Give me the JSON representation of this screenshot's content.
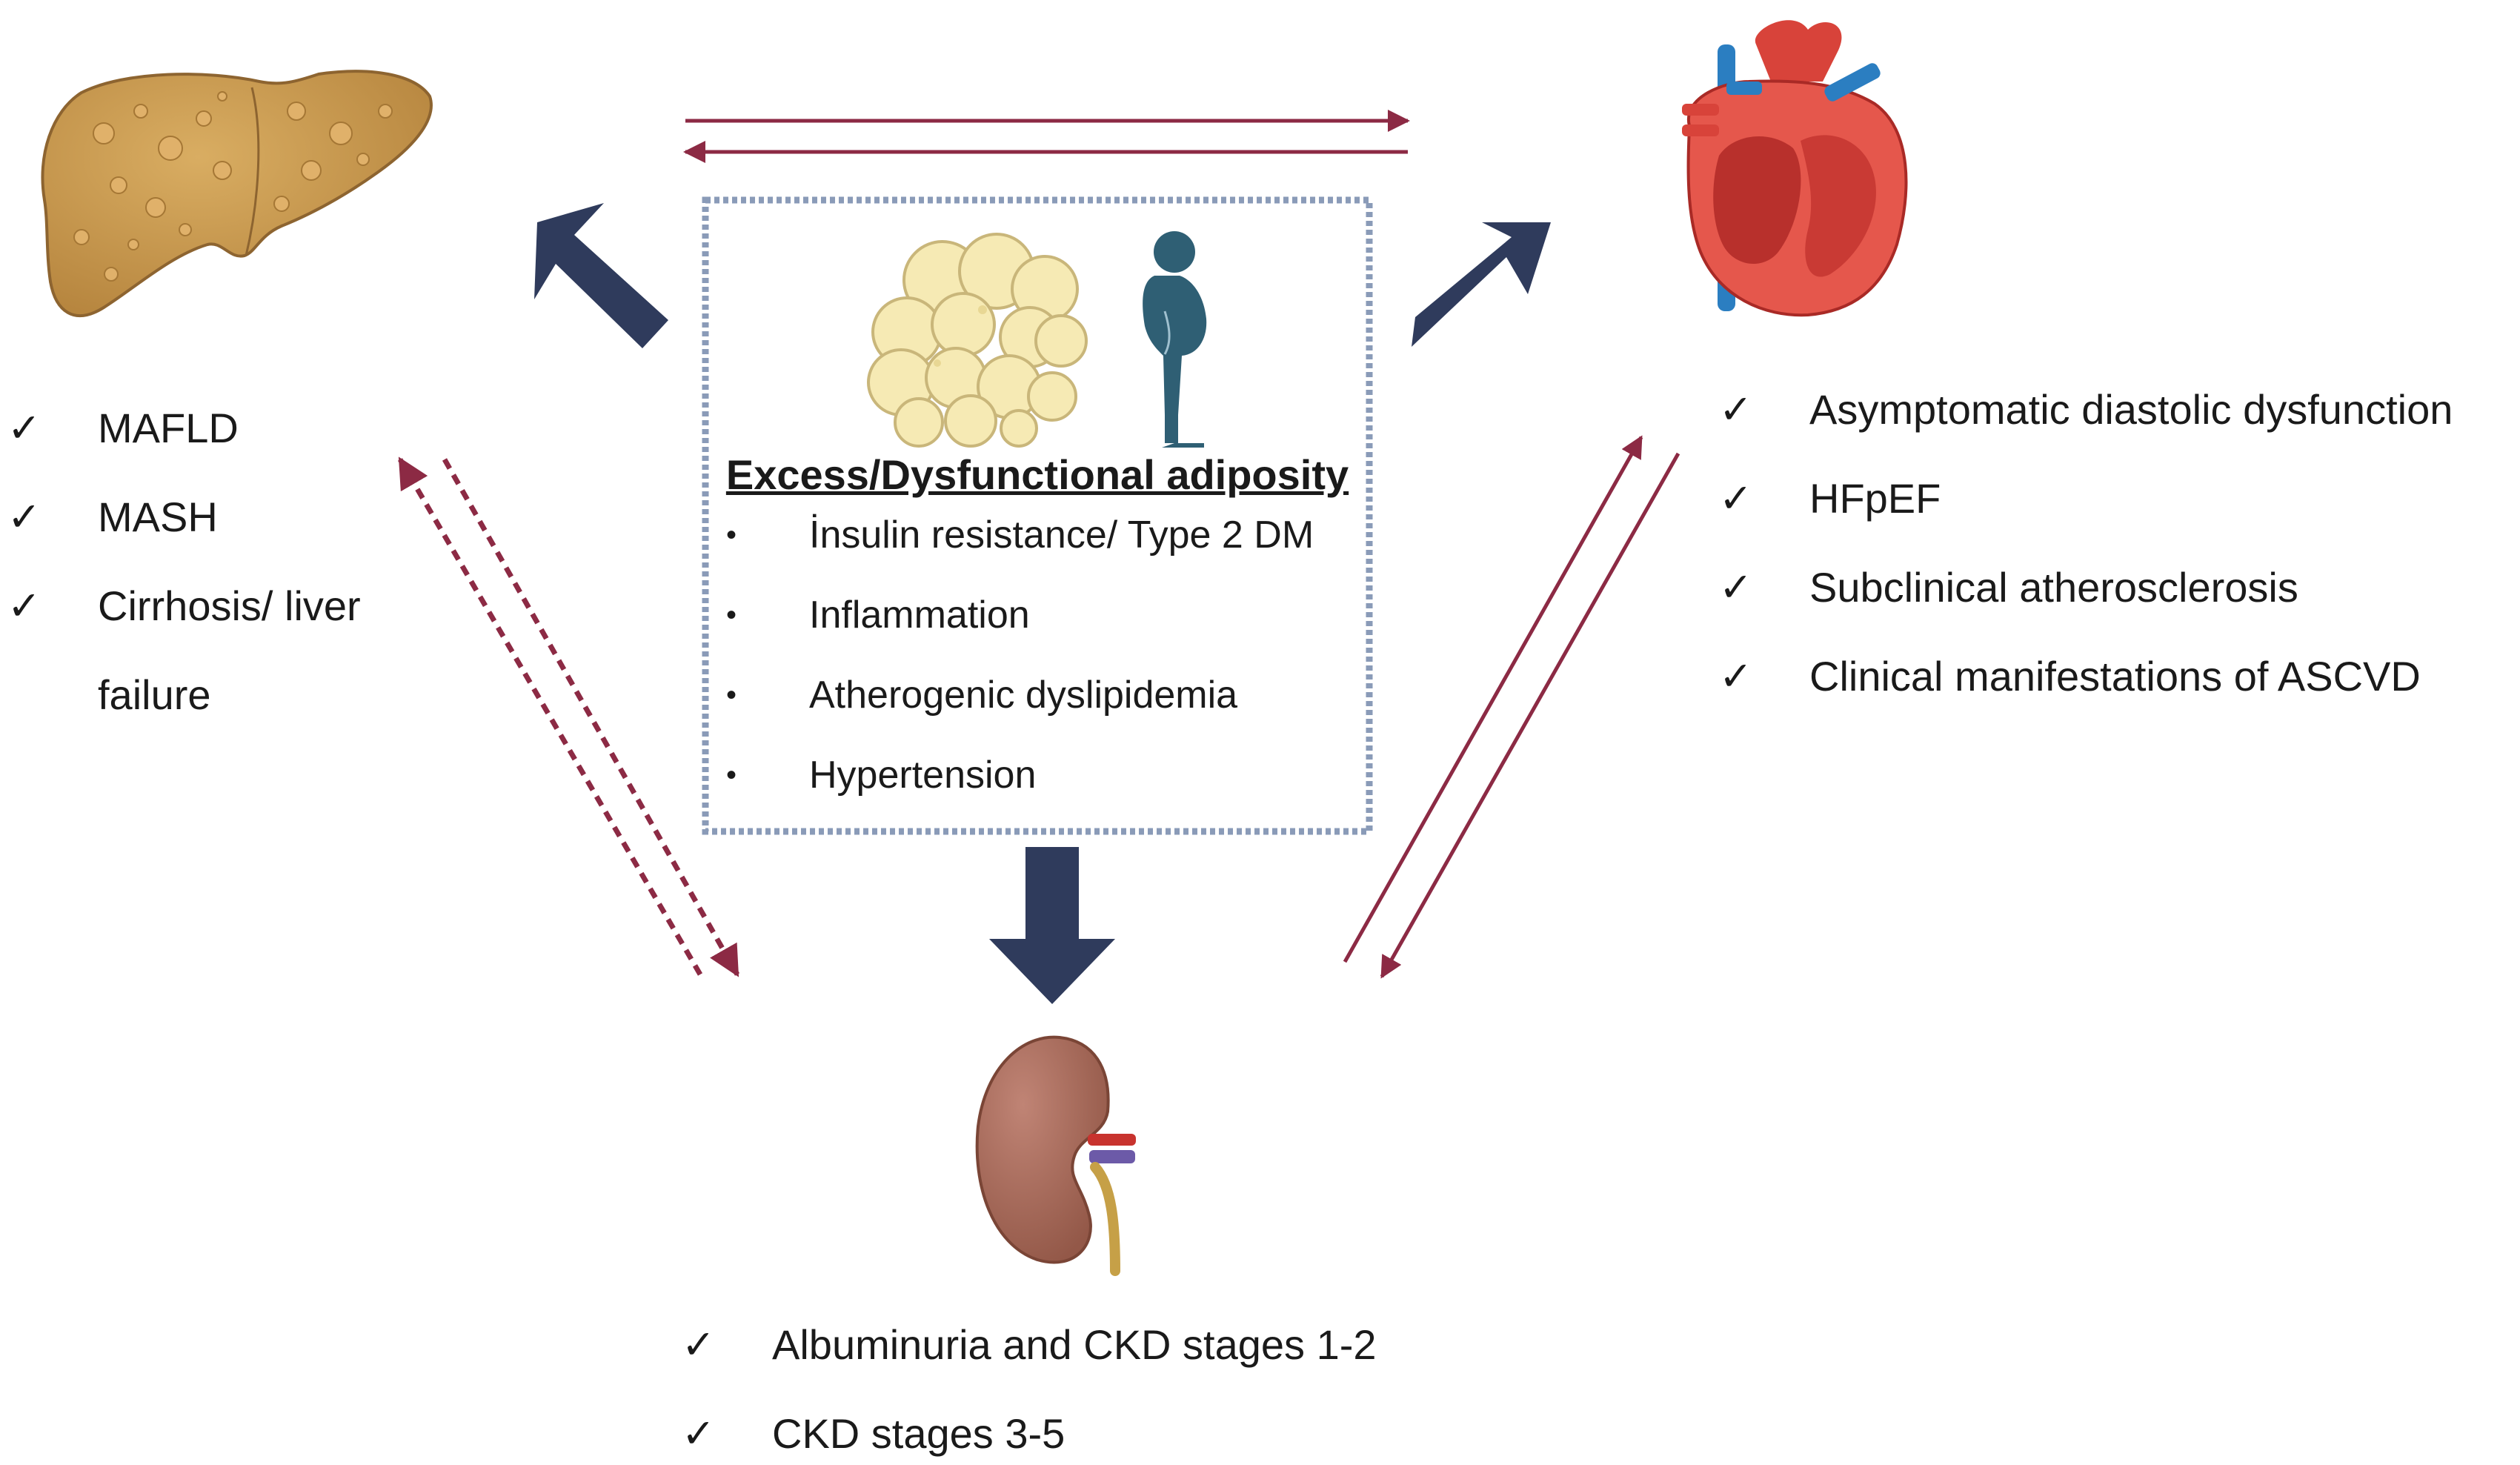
{
  "center": {
    "title": "Excess/Dysfunctional adiposity",
    "risk_factors": [
      "İnsulin resistance/ Type 2 DM",
      "Inflammation",
      "Atherogenic dyslipidemia",
      "Hypertension"
    ]
  },
  "liver": {
    "icon": "liver-icon",
    "outcomes": [
      "MAFLD",
      "MASH",
      "Cirrhosis/ liver failure"
    ]
  },
  "heart": {
    "icon": "heart-icon",
    "outcomes": [
      "Asymptomatic diastolic dysfunction",
      "HFpEF",
      "Subclinical atherosclerosis",
      "Clinical manifestations of ASCVD"
    ]
  },
  "kidney": {
    "icon": "kidney-icon",
    "outcomes": [
      "Albuminuria and CKD stages 1-2",
      "CKD stages 3-5"
    ]
  },
  "symbols": {
    "check": "✓",
    "bullet": "•"
  },
  "colors": {
    "navy_arrow": "#2f3b5c",
    "maroon_arrow": "#8c2a44",
    "box_border": "#8a9bb8",
    "fat_cell": "#f6eab4",
    "person": "#2f5f74",
    "liver": "#c99a52",
    "kidney": "#a86a5c",
    "heart_red": "#d8433a",
    "heart_blue": "#2b7ec1"
  }
}
